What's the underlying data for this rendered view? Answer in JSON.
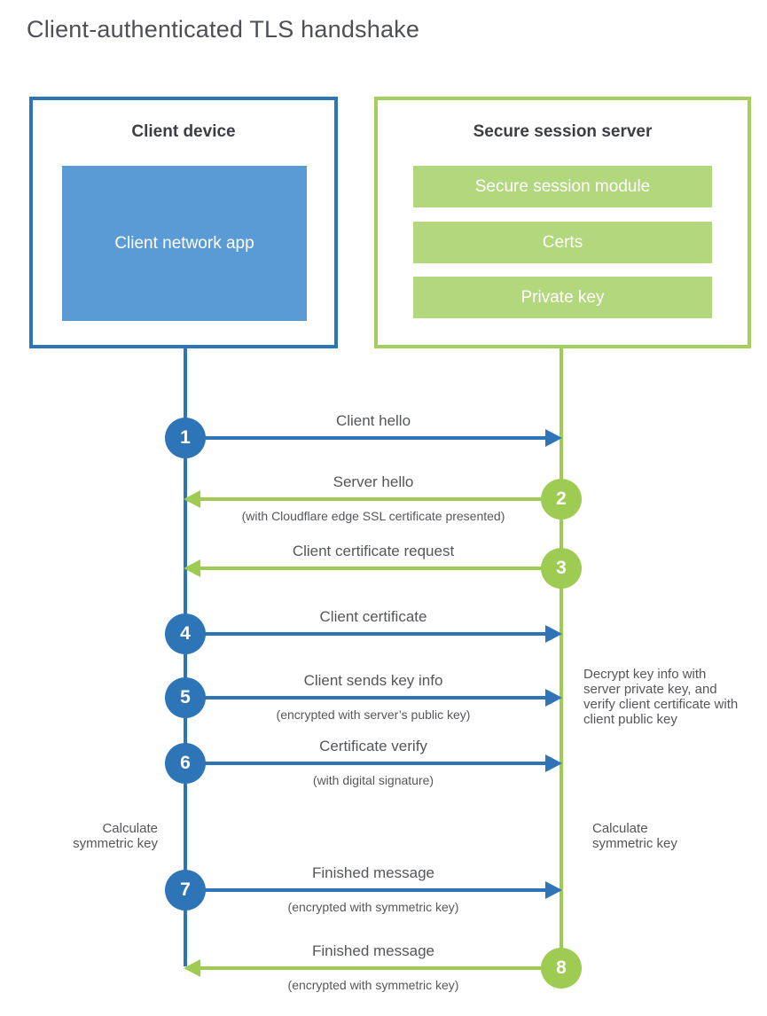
{
  "page": {
    "title": "Client-authenticated TLS handshake"
  },
  "colors": {
    "blue": "#2e75b8",
    "blue_light": "#5b9bd5",
    "green": "#9ecb52",
    "green_border": "#a5ce5d",
    "green_light": "#b2d77d",
    "text": "#54565a",
    "heading": "#3d3e42"
  },
  "client_box": {
    "title": "Client device",
    "app_label": "Client network app"
  },
  "server_box": {
    "title": "Secure session server",
    "modules": [
      "Secure session module",
      "Certs",
      "Private key"
    ]
  },
  "steps": [
    {
      "num": "1",
      "actor": "client",
      "direction": "client-to-server",
      "label": "Client hello",
      "sublabel": ""
    },
    {
      "num": "2",
      "actor": "server",
      "direction": "server-to-client",
      "label": "Server hello",
      "sublabel": "(with Cloudflare edge SSL certificate presented)"
    },
    {
      "num": "3",
      "actor": "server",
      "direction": "server-to-client",
      "label": "Client certificate request",
      "sublabel": ""
    },
    {
      "num": "4",
      "actor": "client",
      "direction": "client-to-server",
      "label": "Client certificate",
      "sublabel": ""
    },
    {
      "num": "5",
      "actor": "client",
      "direction": "client-to-server",
      "label": "Client sends key info",
      "sublabel": "(encrypted with server’s public key)"
    },
    {
      "num": "6",
      "actor": "client",
      "direction": "client-to-server",
      "label": "Certificate verify",
      "sublabel": "(with digital signature)"
    },
    {
      "num": "7",
      "actor": "client",
      "direction": "client-to-server",
      "label": "Finished message",
      "sublabel": "(encrypted with symmetric key)"
    },
    {
      "num": "8",
      "actor": "server",
      "direction": "server-to-client",
      "label": "Finished message",
      "sublabel": "(encrypted with symmetric key)"
    }
  ],
  "notes": {
    "decrypt": "Decrypt key info with server private key, and verify client certificate with client public key",
    "calculate_left": "Calculate symmetric key",
    "calculate_right": "Calculate symmetric key"
  }
}
